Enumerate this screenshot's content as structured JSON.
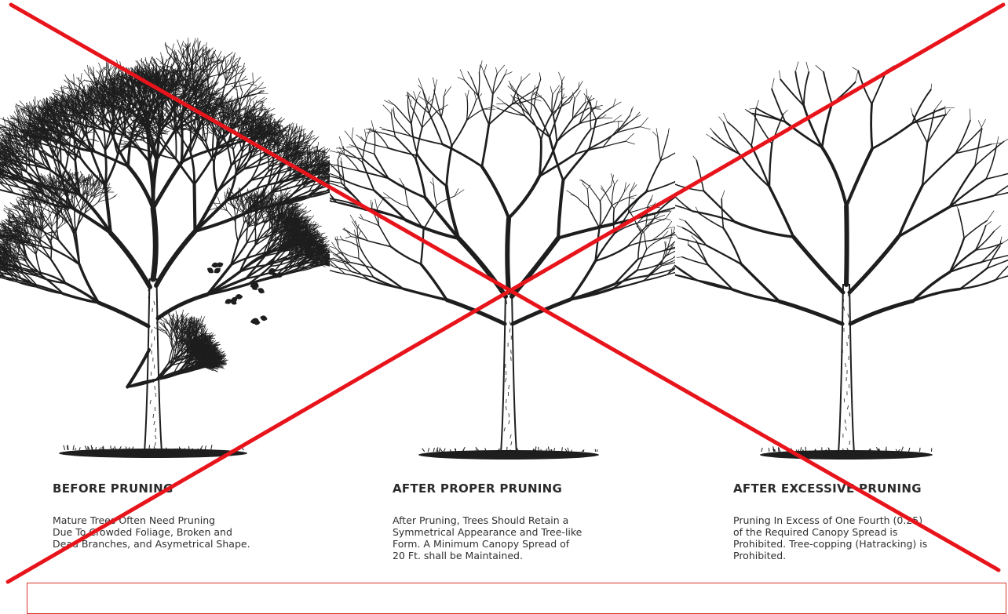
{
  "panels": [
    {
      "title": "BEFORE PRUNING",
      "lines": [
        "Mature Trees Often Need Pruning",
        "Due To Crowded Foliage, Broken and",
        "Dead Branches, and Asymetrical Shape."
      ],
      "tree_state": "overgrown"
    },
    {
      "title": "AFTER PROPER PRUNING",
      "lines": [
        "After Pruning, Trees Should Retain a",
        "Symmetrical Appearance and Tree-like",
        "Form. A Minimum Canopy Spread of",
        "20 Ft. shall be Maintained."
      ],
      "tree_state": "properly-pruned"
    },
    {
      "title": "AFTER EXCESSIVE PRUNING",
      "lines": [
        "Pruning In Excess of One Fourth (0.25)",
        "of the Required Canopy Spread is",
        "Prohibited. Tree-copping (Hatracking) is",
        "Prohibited."
      ],
      "tree_state": "excessively-pruned"
    }
  ],
  "colors": {
    "ink": "#1e1e1e",
    "cross": "#e8141b",
    "box_border": "#d9342b"
  },
  "icons": [
    "tree-illustration",
    "ground-shadow",
    "red-x-mark",
    "leaf-cluster"
  ]
}
